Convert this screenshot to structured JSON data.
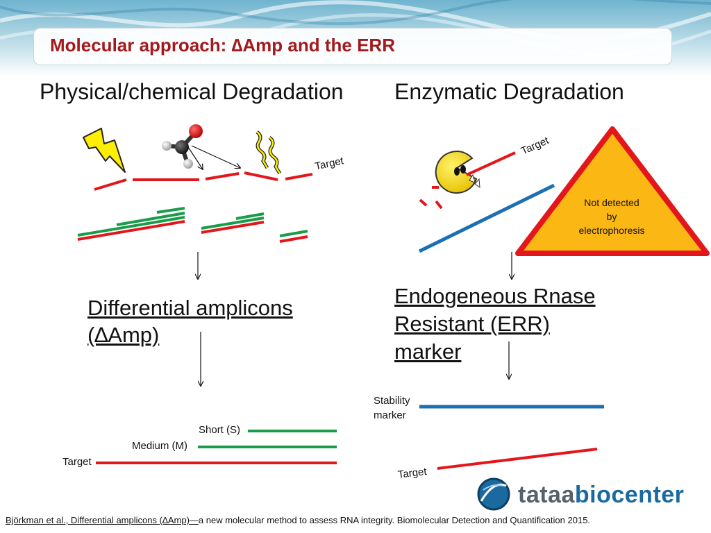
{
  "slide": {
    "title": "Molecular approach: ∆Amp and the ERR",
    "left_heading": "Physical/chemical Degradation",
    "right_heading": "Enzymatic Degradation",
    "left_target": "Target",
    "right_target": "Target",
    "warning": {
      "line1": "Not detected",
      "line2": "by",
      "line3": "electrophoresis"
    },
    "amplicons": {
      "line1": "Differential amplicons",
      "line2": "(∆Amp)"
    },
    "err": {
      "line1": "Endogeneous Rnase",
      "line2": "Resistant (ERR)",
      "line3": "marker"
    },
    "bars_left": {
      "short": "Short (S)",
      "medium": "Medium (M)",
      "target": "Target"
    },
    "bars_right": {
      "stability_line1": "Stability",
      "stability_line2": "marker",
      "target": "Target"
    },
    "reference": {
      "underlined": "Björkman et al., Differential amplicons (∆Amp)—",
      "rest": "a new molecular method to assess RNA integrity. Biomolecular Detection and Quantification 2015."
    },
    "logo": {
      "part1": "tataa",
      "part2": "biocenter"
    }
  },
  "colors": {
    "red": "#e3161c",
    "green": "#1a9c4a",
    "blue": "#1b6fb3",
    "title": "#a3191c",
    "warning_fill": "#fbb714"
  }
}
